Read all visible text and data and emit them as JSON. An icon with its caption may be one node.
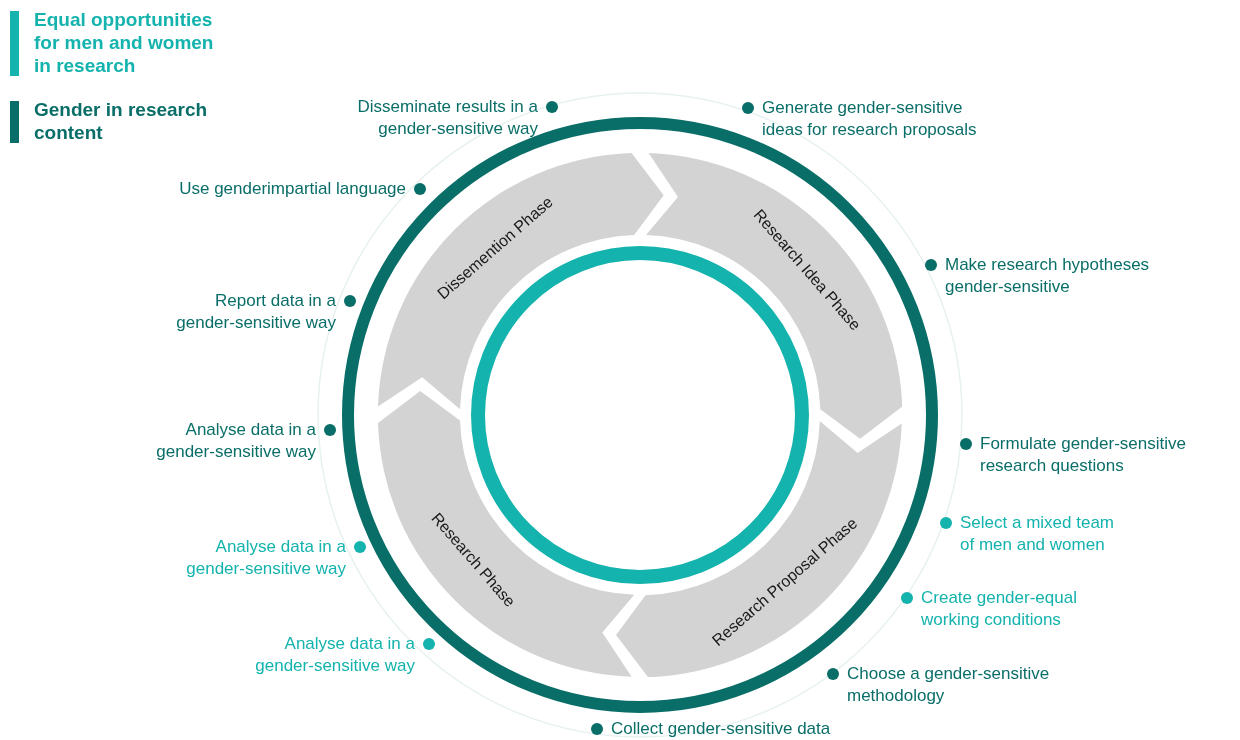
{
  "diagram": {
    "nodes": [
      {
        "text": [
          "Dissemention Phase"
        ]
      },
      {
        "text": [
          "Research Idea Phase"
        ]
      },
      {
        "text": [
          "Research Proposal Phase"
        ]
      },
      {
        "text": [
          "Research Phase"
        ]
      },
      {
        "text": [],
        "shape": "circle"
      }
    ],
    "labels": [
      "Disseminate results in a gender-sensitive way",
      "Generate gender-sensitive ideas for research proposals",
      "Use genderimpartial language",
      "Make research hypotheses gender-sensitive",
      "Report data in a gender-sensitive way",
      "Analyse data in a gender-sensitive way",
      "Formulate gender-sensitive research questions",
      "Select a mixed team of men and women",
      "Analyse data in a gender-sensitive way",
      "Create gender-equal working conditions",
      "Analyse data in a gender-sensitive way",
      "Choose a gender-sensitive methodology",
      "Collect gender-sensitive data"
    ],
    "legend": [
      {
        "text": "Equal opportunities for men and women in research",
        "color": "#14b3ad"
      },
      {
        "text": "Gender in research content",
        "color": "#0a6e68"
      }
    ]
  }
}
